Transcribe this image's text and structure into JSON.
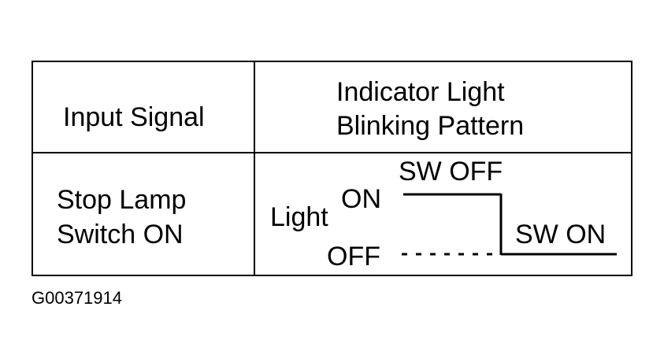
{
  "table": {
    "header": {
      "input_signal": "Input Signal",
      "indicator_line1": "Indicator Light",
      "indicator_line2": "Blinking Pattern"
    },
    "row": {
      "input_line1": "Stop Lamp",
      "input_line2": "Switch ON"
    }
  },
  "pattern": {
    "light_label": "Light",
    "on_label": "ON",
    "off_label": "OFF",
    "sw_off_label": "SW OFF",
    "sw_on_label": "SW ON"
  },
  "figure_id": "G00371914"
}
